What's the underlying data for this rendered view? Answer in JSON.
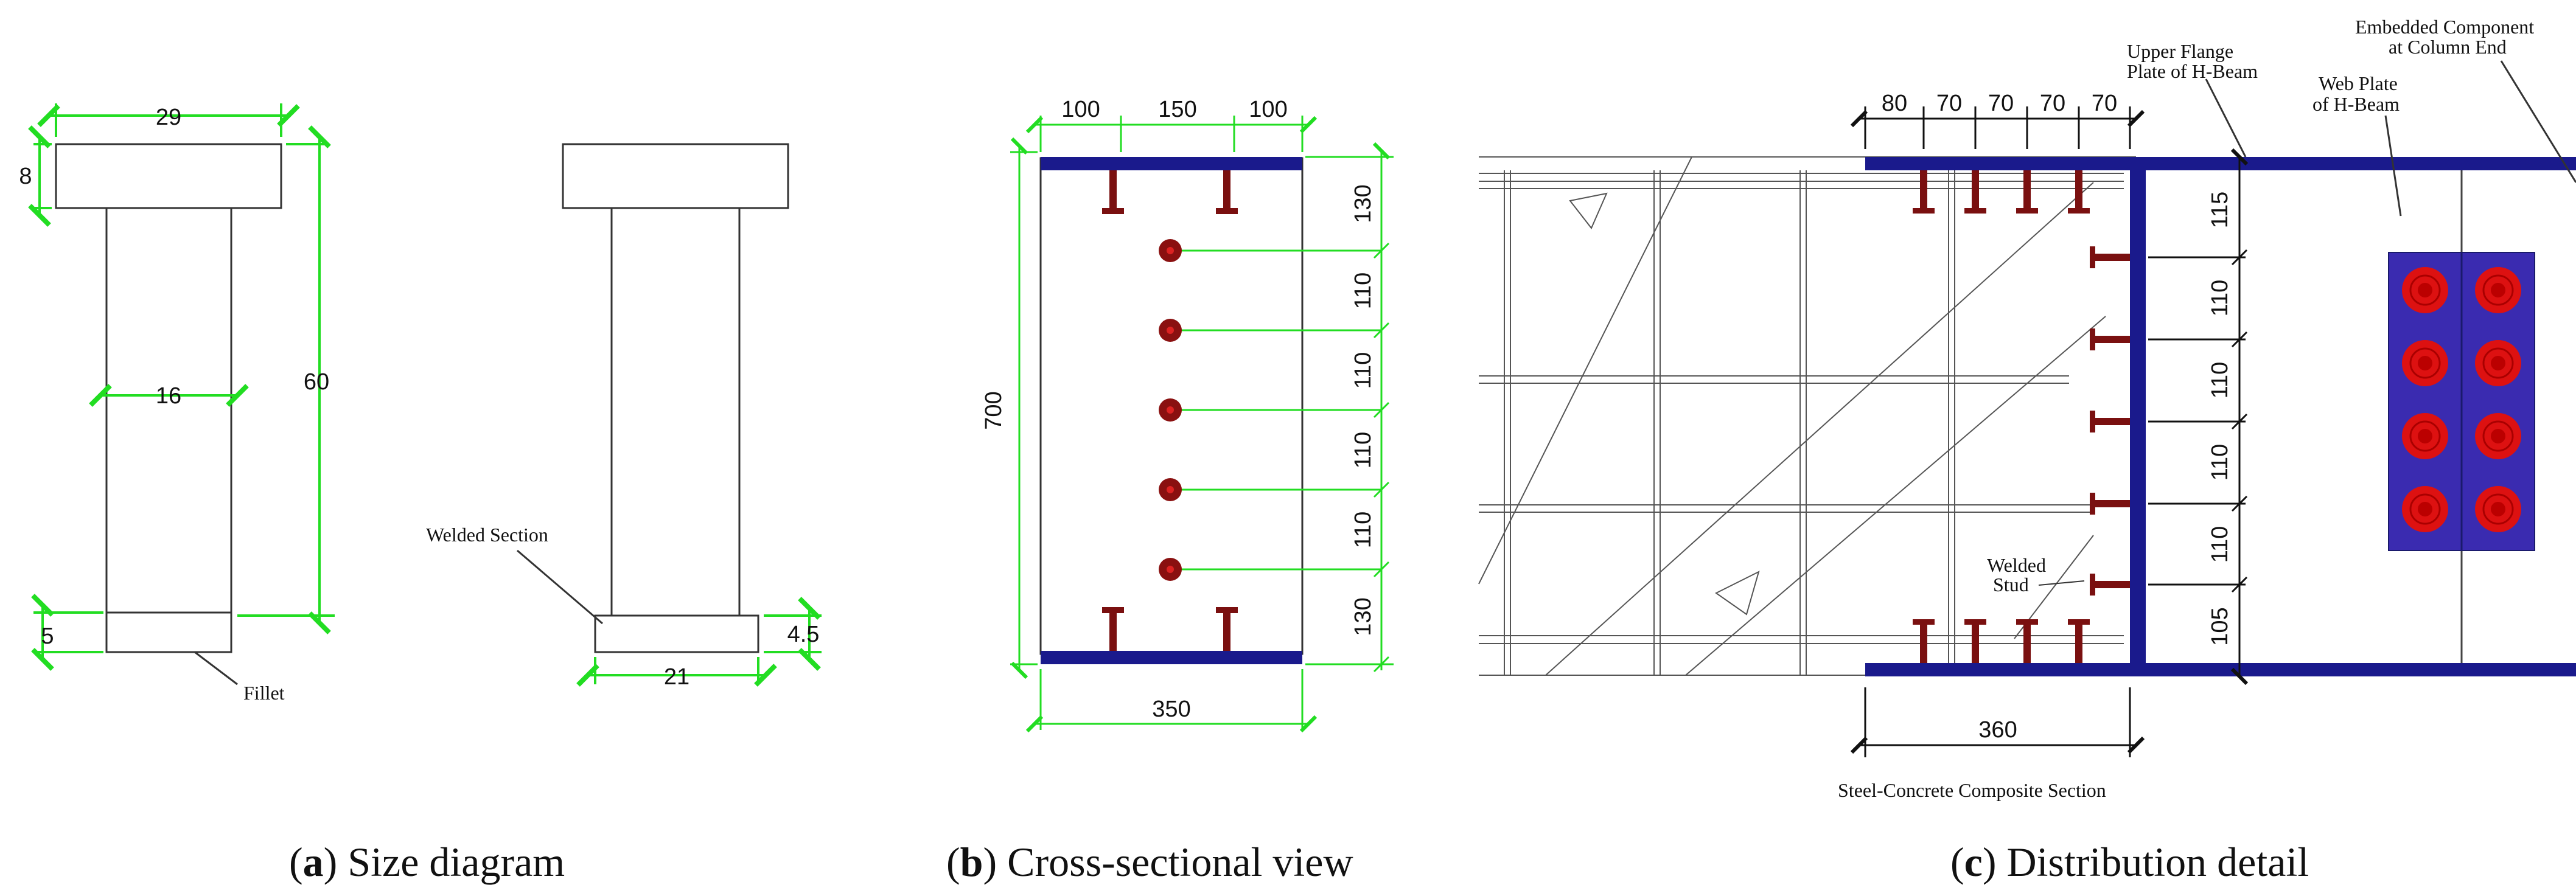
{
  "colors": {
    "dimension": "#22dd22",
    "flange": "#1a1a8c",
    "stud": "#7a1010",
    "plate": "#3a2bb0",
    "bolt": "#dd1111"
  },
  "panel_a": {
    "dim_top_width": "29",
    "dim_flange_height": "8",
    "dim_web_width": "16",
    "dim_total_height": "60",
    "dim_base_height": "5",
    "label_fillet": "Fillet",
    "label_welded_section": "Welded Section",
    "dim_base_width": "21",
    "dim_base_height_2": "4.5",
    "caption_letter": "a",
    "caption_text": "Size diagram"
  },
  "panel_b": {
    "dim_top": [
      "100",
      "150",
      "100"
    ],
    "dim_right": [
      "130",
      "110",
      "110",
      "110",
      "110",
      "130"
    ],
    "dim_height": "700",
    "dim_width": "350",
    "caption_letter": "b",
    "caption_text": "Cross-sectional view"
  },
  "panel_c": {
    "dim_top": [
      "80",
      "70",
      "70",
      "70",
      "70"
    ],
    "dim_right": [
      "115",
      "110",
      "110",
      "110",
      "110",
      "105"
    ],
    "dim_bottom": "360",
    "label_upper_flange_1": "Upper Flange",
    "label_upper_flange_2": "Plate of H-Beam",
    "label_embedded_1": "Embedded Component",
    "label_embedded_2": "at Column End",
    "label_web_plate_1": "Web Plate",
    "label_web_plate_2": "of H-Beam",
    "label_welded_stud_1": "Welded",
    "label_welded_stud_2": "Stud",
    "label_section": "Steel-Concrete Composite Section",
    "caption_letter": "c",
    "caption_text": "Distribution detail"
  }
}
